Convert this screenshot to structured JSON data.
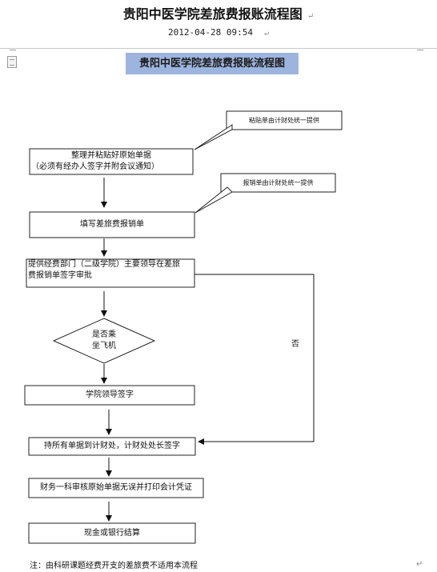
{
  "header": {
    "title": "贵阳中医学院差旅费报账流程图",
    "return_mark": "↵",
    "date": "2012-04-28 09:54"
  },
  "heading": "贵阳中医学院差旅费报账流程图",
  "flow": {
    "callout1": "粘贴单由计财处统一提供",
    "callout2": "报销单由计财处统一提供",
    "step1_line1": "整理并粘贴好原始单据",
    "step1_line2": "（必须有经办人签字并附会议通知）",
    "step2": "填写差旅费报销单",
    "step3_line1": "提供经费部门（二级学院）主要领导在差旅",
    "step3_line2": "费报销单签字审批",
    "decision_line1": "是否乘",
    "decision_line2": "坐飞机",
    "no_label": "否",
    "step4": "学院领导签字",
    "step5": "持所有单据到计财处，计财处处长签字",
    "step6": "财务一科审核原始单据无误并打印会计凭证",
    "step7": "现金或银行结算"
  },
  "footer": {
    "note": "注：由科研课题经费开支的差旅费不适用本流程",
    "return_mark": "↵"
  }
}
